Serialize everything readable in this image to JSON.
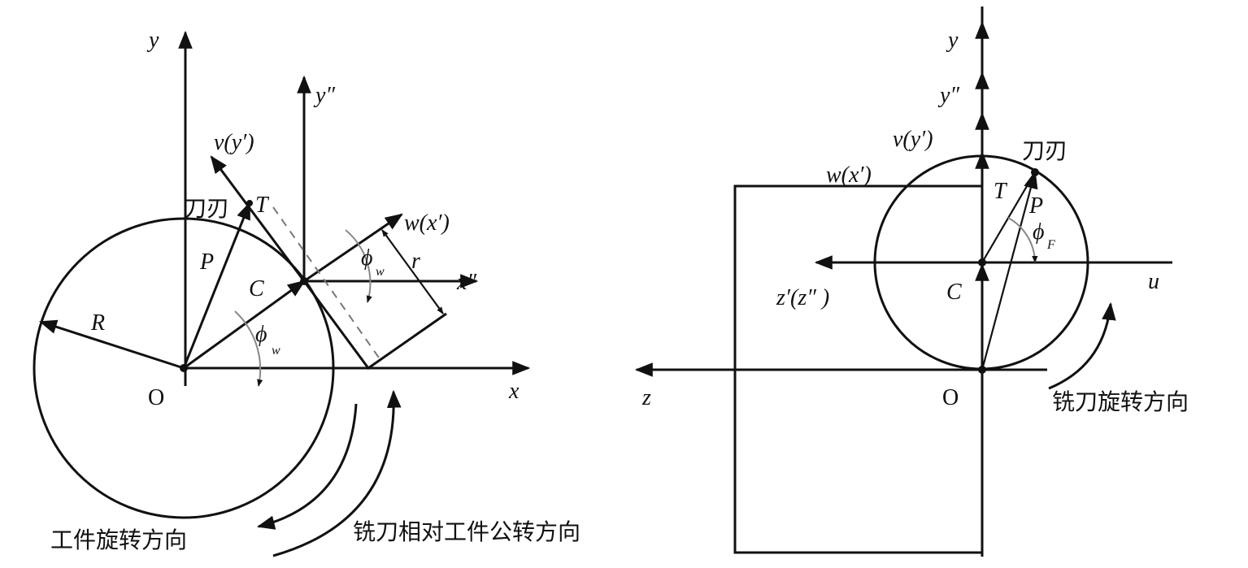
{
  "left": {
    "axis_y": "y",
    "axis_x": "x",
    "axis_y2": "y″",
    "axis_x2": "x″",
    "axis_v": "v(y′)",
    "axis_w": "w(x′)",
    "label_R": "R",
    "label_r": "r",
    "label_P": "P",
    "label_C": "C",
    "label_T": "T",
    "label_O": "O",
    "label_phi": "ϕ",
    "label_phi_sub": "w",
    "label_phi2": "ϕ",
    "label_phi2_sub": "w",
    "edge_label": "刀刃",
    "workpiece_rotation": "工件旋转方向",
    "cutter_revolution": "铣刀相对工件公转方向"
  },
  "right": {
    "axis_y": "y",
    "axis_y2": "y″",
    "axis_v": "v(y′)",
    "axis_w": "w(x′)",
    "axis_u": "u",
    "axis_z": "z",
    "axis_z2": "z′(z″ )",
    "label_T": "T",
    "label_P": "P",
    "label_C": "C",
    "label_O": "O",
    "label_phi": "ϕ",
    "label_phi_sub": "F",
    "edge_label": "刀刃",
    "cutter_rotation": "铣刀旋转方向"
  }
}
